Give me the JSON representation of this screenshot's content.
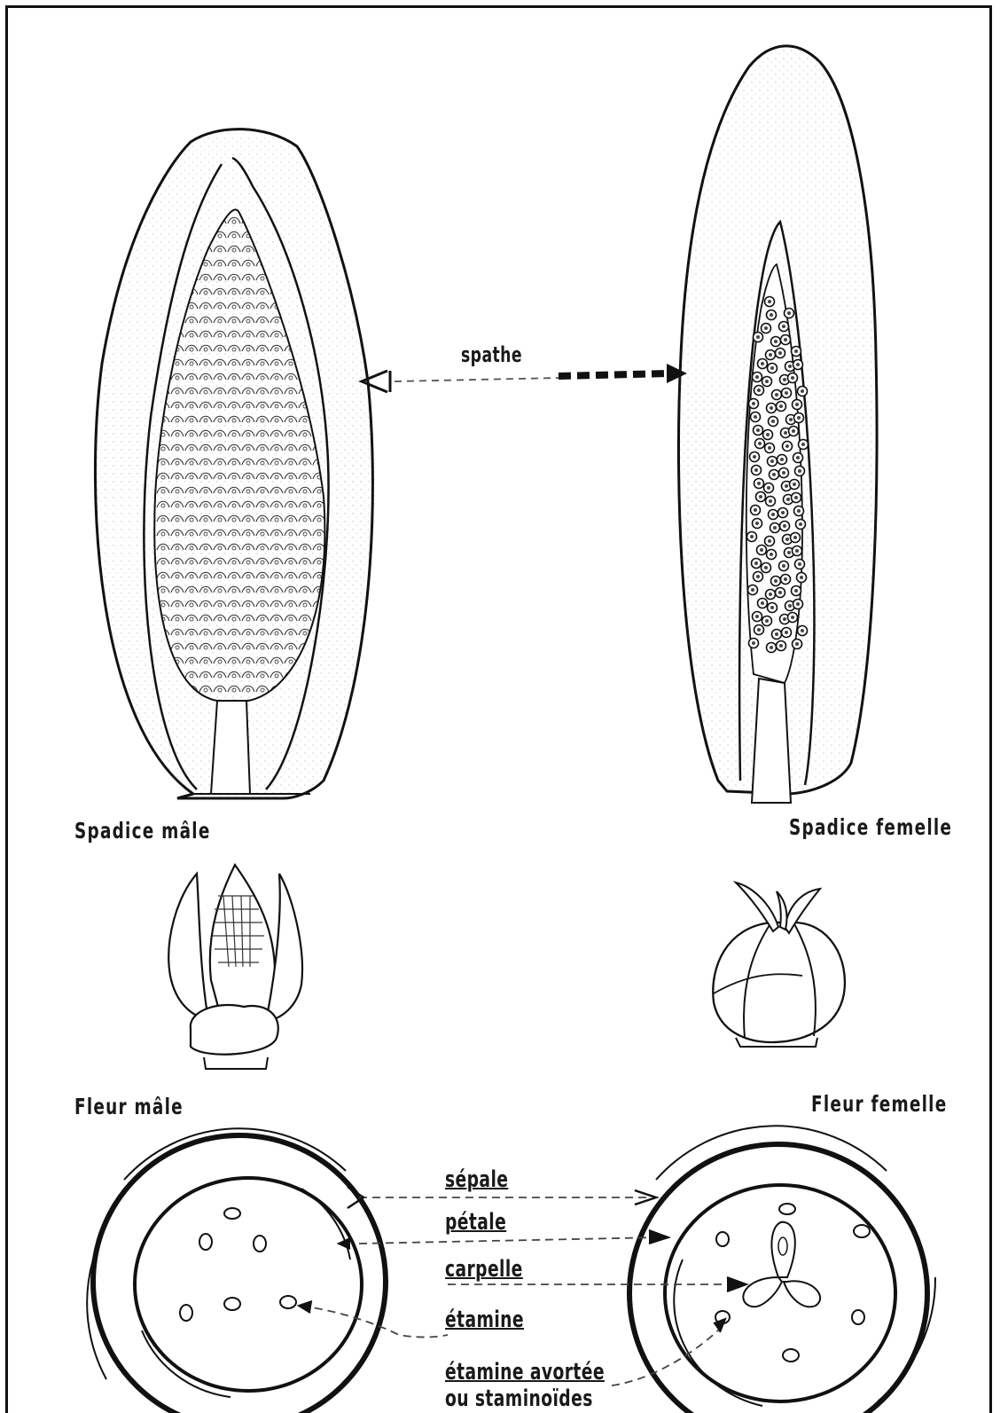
{
  "labels": {
    "spathe": "spathe",
    "spadice_male": "Spadice mâle",
    "spadice_femelle": "Spadice femelle",
    "fleur_male": "Fleur mâle",
    "fleur_femelle": "Fleur femelle",
    "sepale": "sépale",
    "petale": "pétale",
    "carpelle": "carpelle",
    "etamine": "étamine",
    "etamine_avortee": "étamine avortée",
    "staminoides": "ou staminoïdes"
  }
}
